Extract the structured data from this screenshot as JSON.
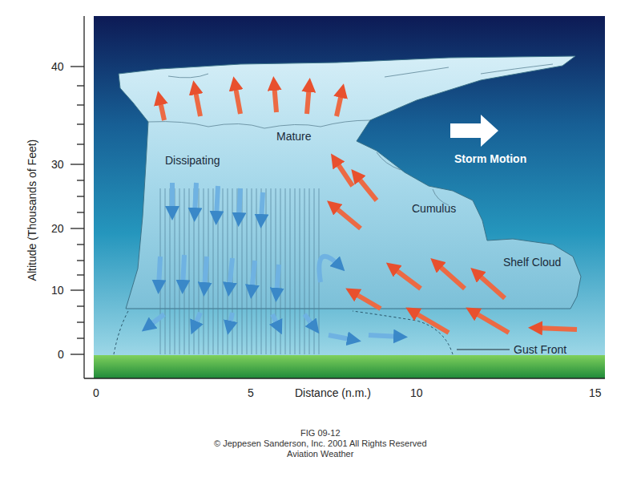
{
  "diagram": {
    "caption": "FIG 09-12",
    "labels": [
      "40",
      "30",
      "20",
      "10",
      "0",
      "Altitude (Thousands of Feet)",
      "Mature",
      "Dissipating",
      "Storm Motion",
      "Cumulus",
      "Shelf Cloud",
      "Gust Front",
      "0",
      "5",
      "10",
      "15",
      "Distance (n.m.)",
      "© Jeppesen Sanderson, Inc. 2001 All Rights Reserved",
      "Aviation Weather"
    ]
  }
}
